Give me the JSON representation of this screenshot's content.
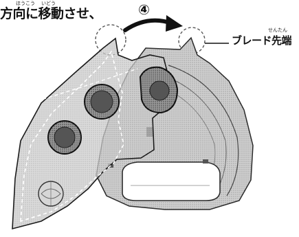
{
  "instruction": {
    "text": "方向に移動させ、",
    "furigana_1": "ほうこう",
    "furigana_2": "いどう"
  },
  "step": {
    "number": "④"
  },
  "callout": {
    "label": "ブレード先端",
    "furigana": "せんたん"
  },
  "illustration": {
    "subject": "blade-device-line-drawing",
    "icon": "curved-arrow-right-icon"
  }
}
